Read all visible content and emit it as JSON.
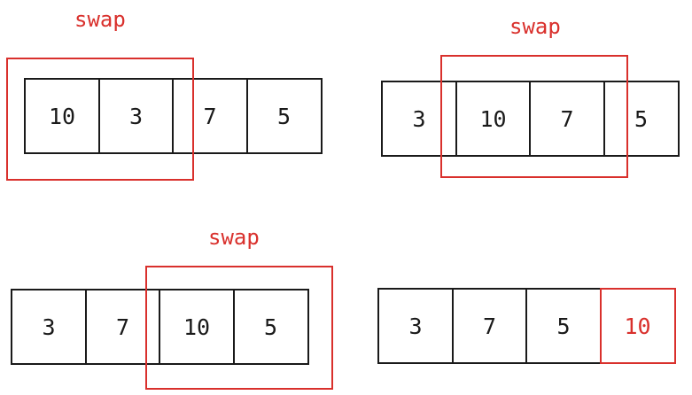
{
  "swap_label": "swap",
  "accent_color": "#d9302c",
  "steps": [
    {
      "cells": [
        "10",
        "3",
        "7",
        "5"
      ],
      "swap": [
        0,
        1
      ]
    },
    {
      "cells": [
        "3",
        "10",
        "7",
        "5"
      ],
      "swap": [
        1,
        2
      ]
    },
    {
      "cells": [
        "3",
        "7",
        "10",
        "5"
      ],
      "swap": [
        2,
        3
      ]
    },
    {
      "cells": [
        "3",
        "7",
        "5",
        "10"
      ],
      "sorted": [
        3
      ]
    }
  ]
}
